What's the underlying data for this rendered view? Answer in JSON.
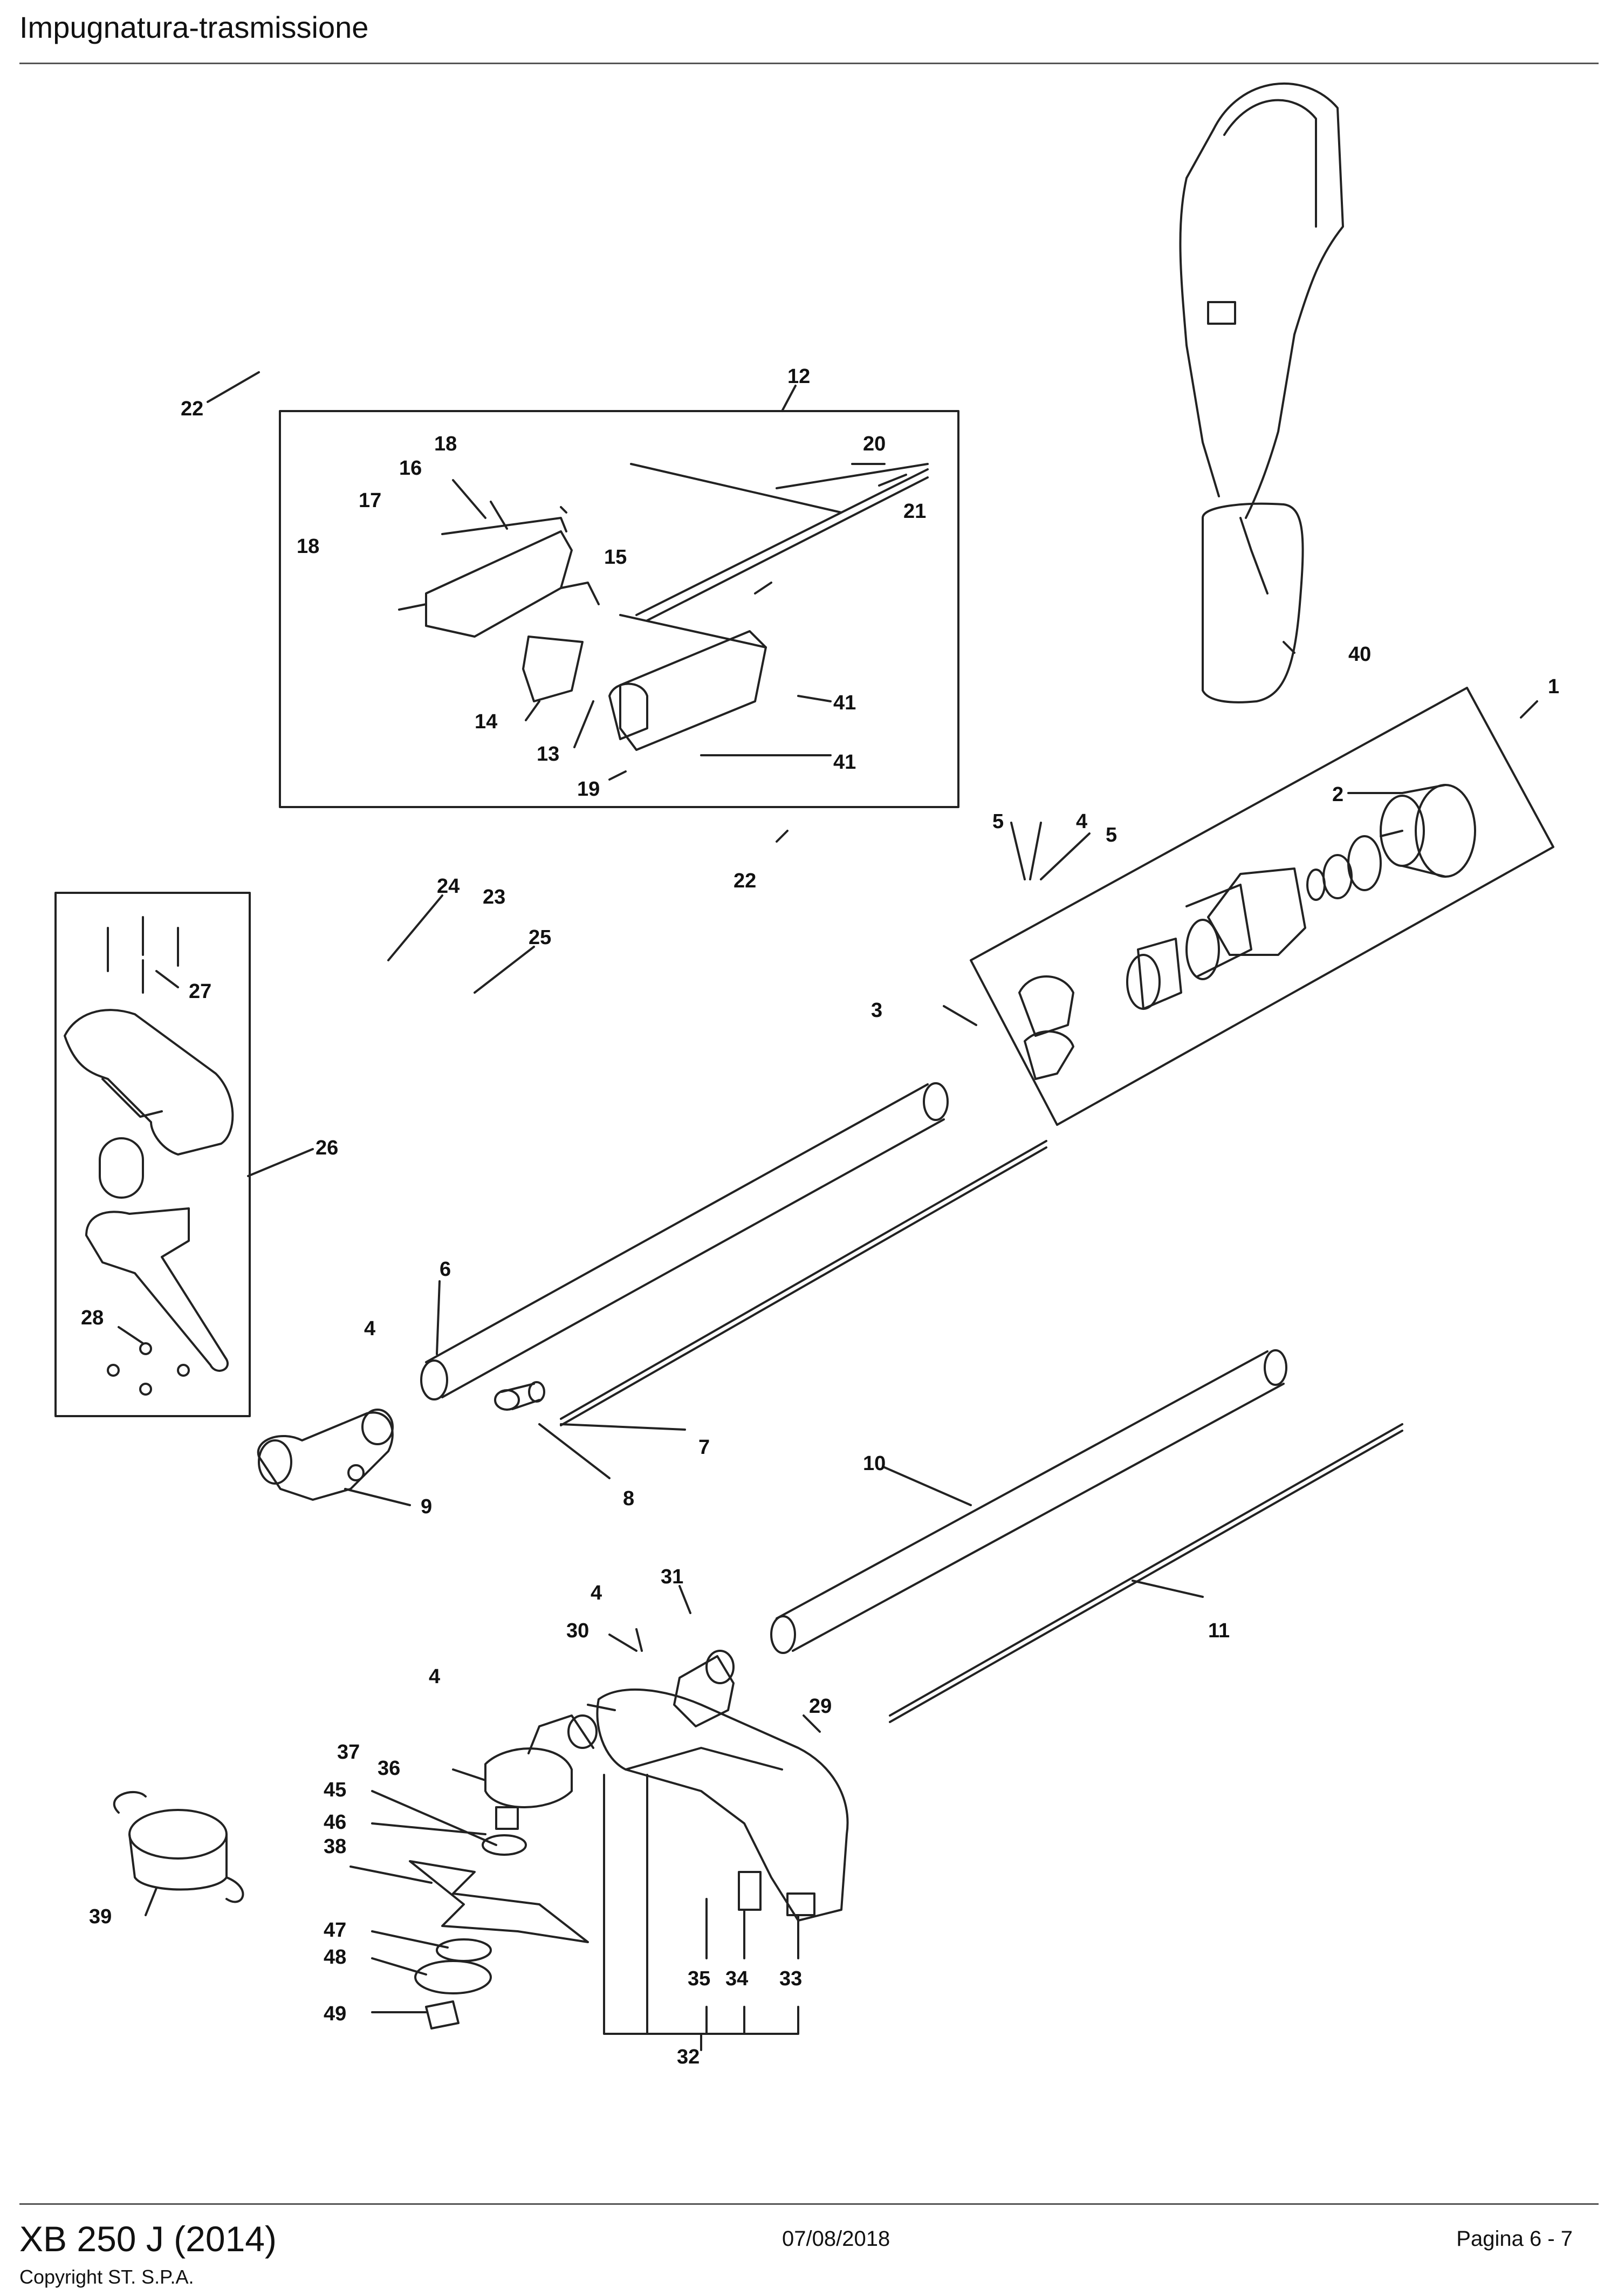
{
  "header": {
    "title": "Impugnatura-trasmissione"
  },
  "footer": {
    "model": "XB 250 J (2014)",
    "copyright": "Copyright ST. S.P.A.",
    "date": "07/08/2018",
    "page": "Pagina 6 - 7"
  },
  "callouts": [
    "1",
    "2",
    "3",
    "4",
    "5",
    "6",
    "7",
    "8",
    "9",
    "10",
    "11",
    "12",
    "13",
    "14",
    "15",
    "16",
    "17",
    "18",
    "19",
    "20",
    "21",
    "22",
    "23",
    "24",
    "25",
    "26",
    "27",
    "28",
    "29",
    "30",
    "31",
    "32",
    "33",
    "34",
    "35",
    "36",
    "37",
    "38",
    "39",
    "40",
    "41",
    "45",
    "46",
    "47",
    "48",
    "49"
  ],
  "colors": {
    "line": "#222222",
    "text": "#111111",
    "rule": "#555555"
  }
}
